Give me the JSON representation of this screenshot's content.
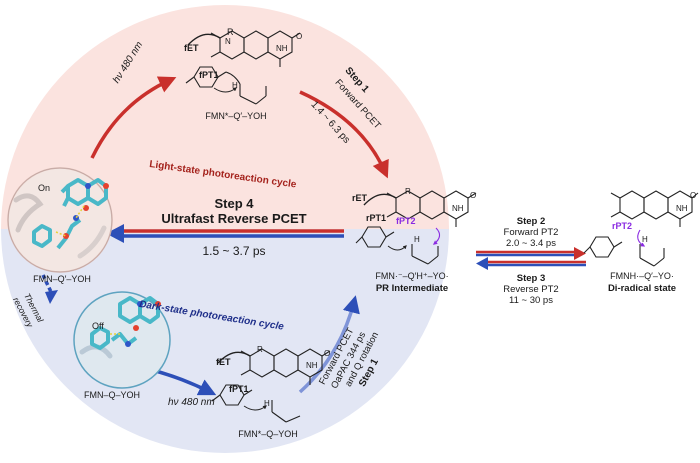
{
  "colors": {
    "light_cycle_bg": "#fbe3df",
    "dark_cycle_bg": "#e2e6f4",
    "red_arrow": "#c9302c",
    "blue_arrow": "#2d4fb8",
    "light_cycle_text": "#a4221c",
    "dark_cycle_text": "#1f2f8a",
    "proton_transfer_mark": "#8a2be2",
    "protein_carbon": "#49b8c8"
  },
  "structures": {
    "top": {
      "label": "FMN*–Q′–YOH",
      "fET": "fET",
      "fPT1": "fPT1"
    },
    "center": {
      "label": "FMN·⁻–Q′H⁺–YO·",
      "sublabel": "PR Intermediate",
      "rET": "rET",
      "rPT1": "rPT1",
      "fPT2": "fPT2"
    },
    "right": {
      "label": "FMNH·–Q′–YO·",
      "sublabel": "Di-radical state",
      "rPT2": "rPT2"
    },
    "bottom": {
      "label": "FMN*–Q–YOH",
      "fET": "fET",
      "fPT1": "fPT1"
    }
  },
  "atoms": {
    "R": "R",
    "N": "N",
    "NH": "NH",
    "O": "O",
    "H": "H",
    "ring_N": "N"
  },
  "proteins": {
    "light": {
      "tag": "On",
      "label": "FMN–Q′–YOH"
    },
    "dark": {
      "tag": "Off",
      "label": "FMN–Q–YOH"
    }
  },
  "cycles": {
    "light": "Light-state photoreaction cycle",
    "dark": "Dark-state photoreaction cycle"
  },
  "steps": {
    "step1_top": {
      "title": "Step 1",
      "name": "Forward PCET",
      "time": "1.4 ~ 6.3 ps"
    },
    "step2": {
      "title": "Step 2",
      "name": "Forward PT2",
      "time": "2.0 ~ 3.4 ps"
    },
    "step3": {
      "title": "Step 3",
      "name": "Reverse PT2",
      "time": "11 ~ 30 ps"
    },
    "step4": {
      "title": "Step 4",
      "name": "Ultrafast Reverse PCET",
      "time": "1.5 ~ 3.7 ps"
    },
    "step1_bottom": {
      "title": "Step 1",
      "line1": "Forward PCET",
      "line2": "OaPAC 344 ps",
      "line3": "and Q rotation"
    }
  },
  "excitation": {
    "top": "hν 480 nm",
    "bottom": "hν 480 nm"
  },
  "thermal": {
    "line1": "Thermal",
    "line2": "recovery"
  }
}
